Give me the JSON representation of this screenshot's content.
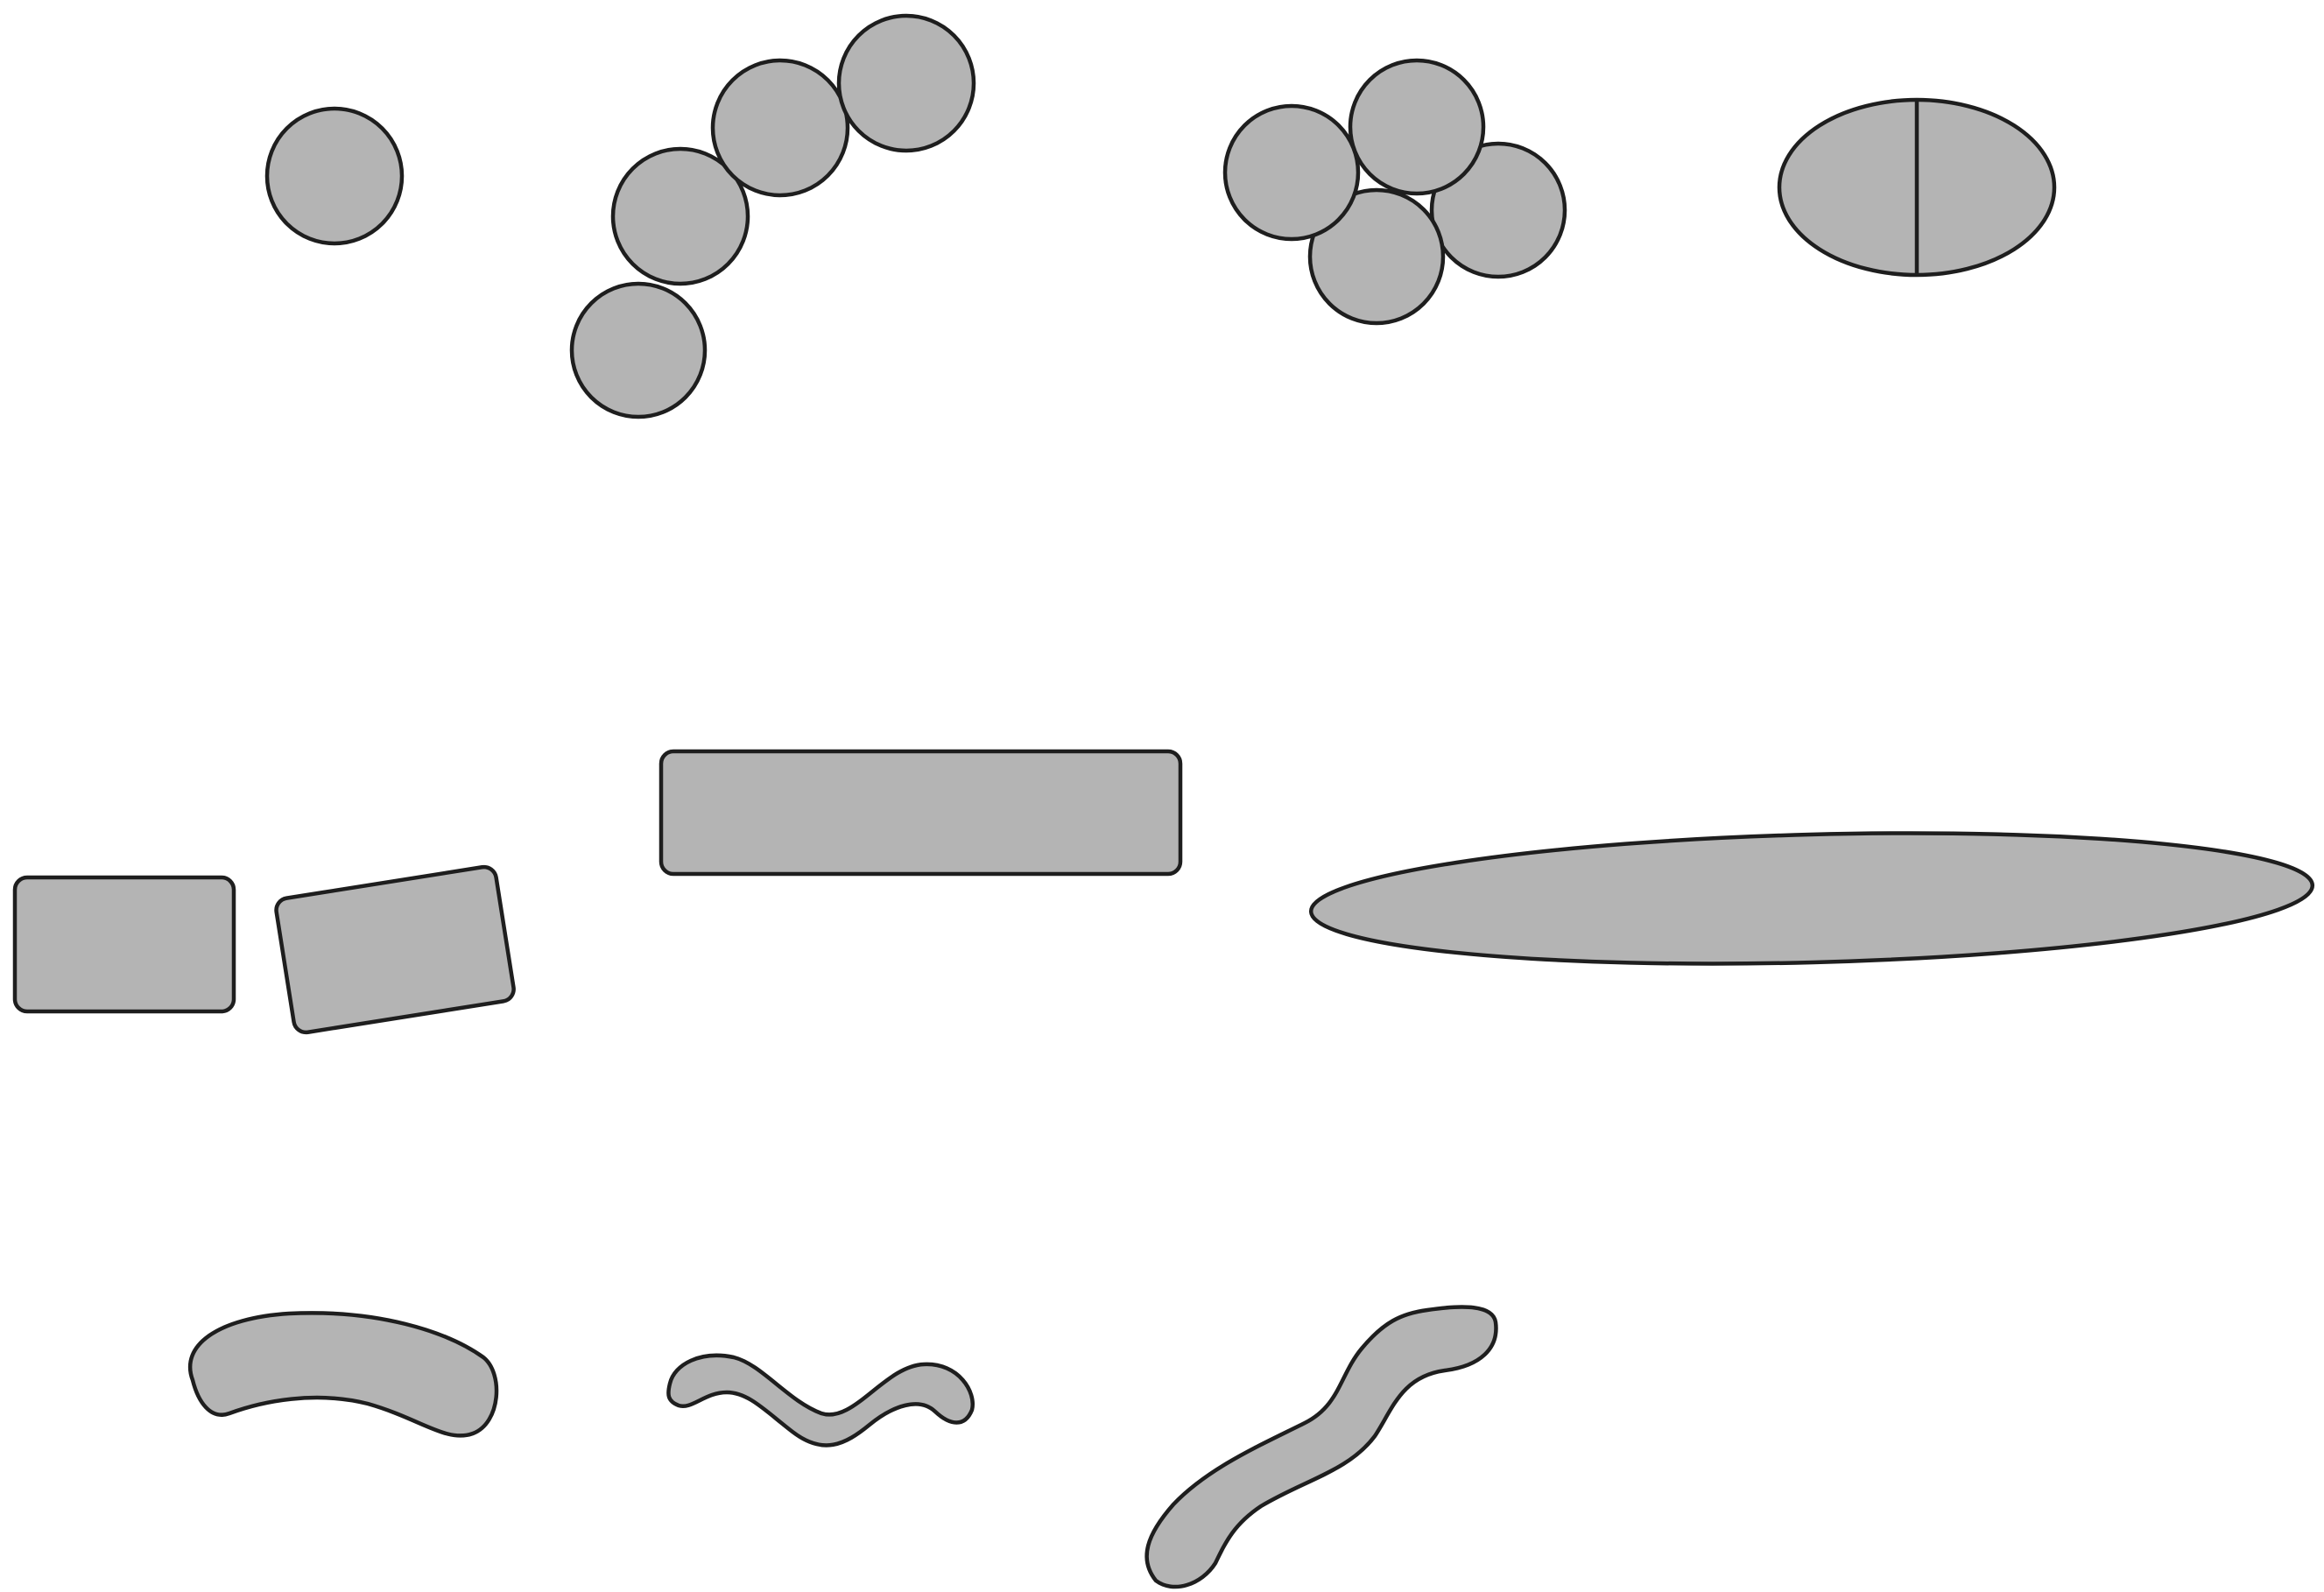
{
  "diagram": {
    "colors": {
      "background": "#ffffff",
      "fill": "#b4b4b4",
      "stroke": "#1e1e1e"
    },
    "groups": [
      {
        "shape": "sphere",
        "arrangement": "single",
        "count": 1
      },
      {
        "shape": "sphere",
        "arrangement": "chain",
        "count": 4
      },
      {
        "shape": "sphere",
        "arrangement": "cluster",
        "count": 4
      },
      {
        "shape": "sphere",
        "arrangement": "dividing-pair",
        "count": 1
      },
      {
        "shape": "rod",
        "arrangement": "pair",
        "count": 2
      },
      {
        "shape": "rod",
        "arrangement": "single-long",
        "count": 1
      },
      {
        "shape": "rod",
        "arrangement": "fusiform",
        "count": 1
      },
      {
        "shape": "curved-rod",
        "arrangement": "single",
        "count": 1
      },
      {
        "shape": "spiral",
        "arrangement": "single",
        "count": 1
      },
      {
        "shape": "spiral",
        "arrangement": "long-wavy",
        "count": 1
      }
    ]
  }
}
